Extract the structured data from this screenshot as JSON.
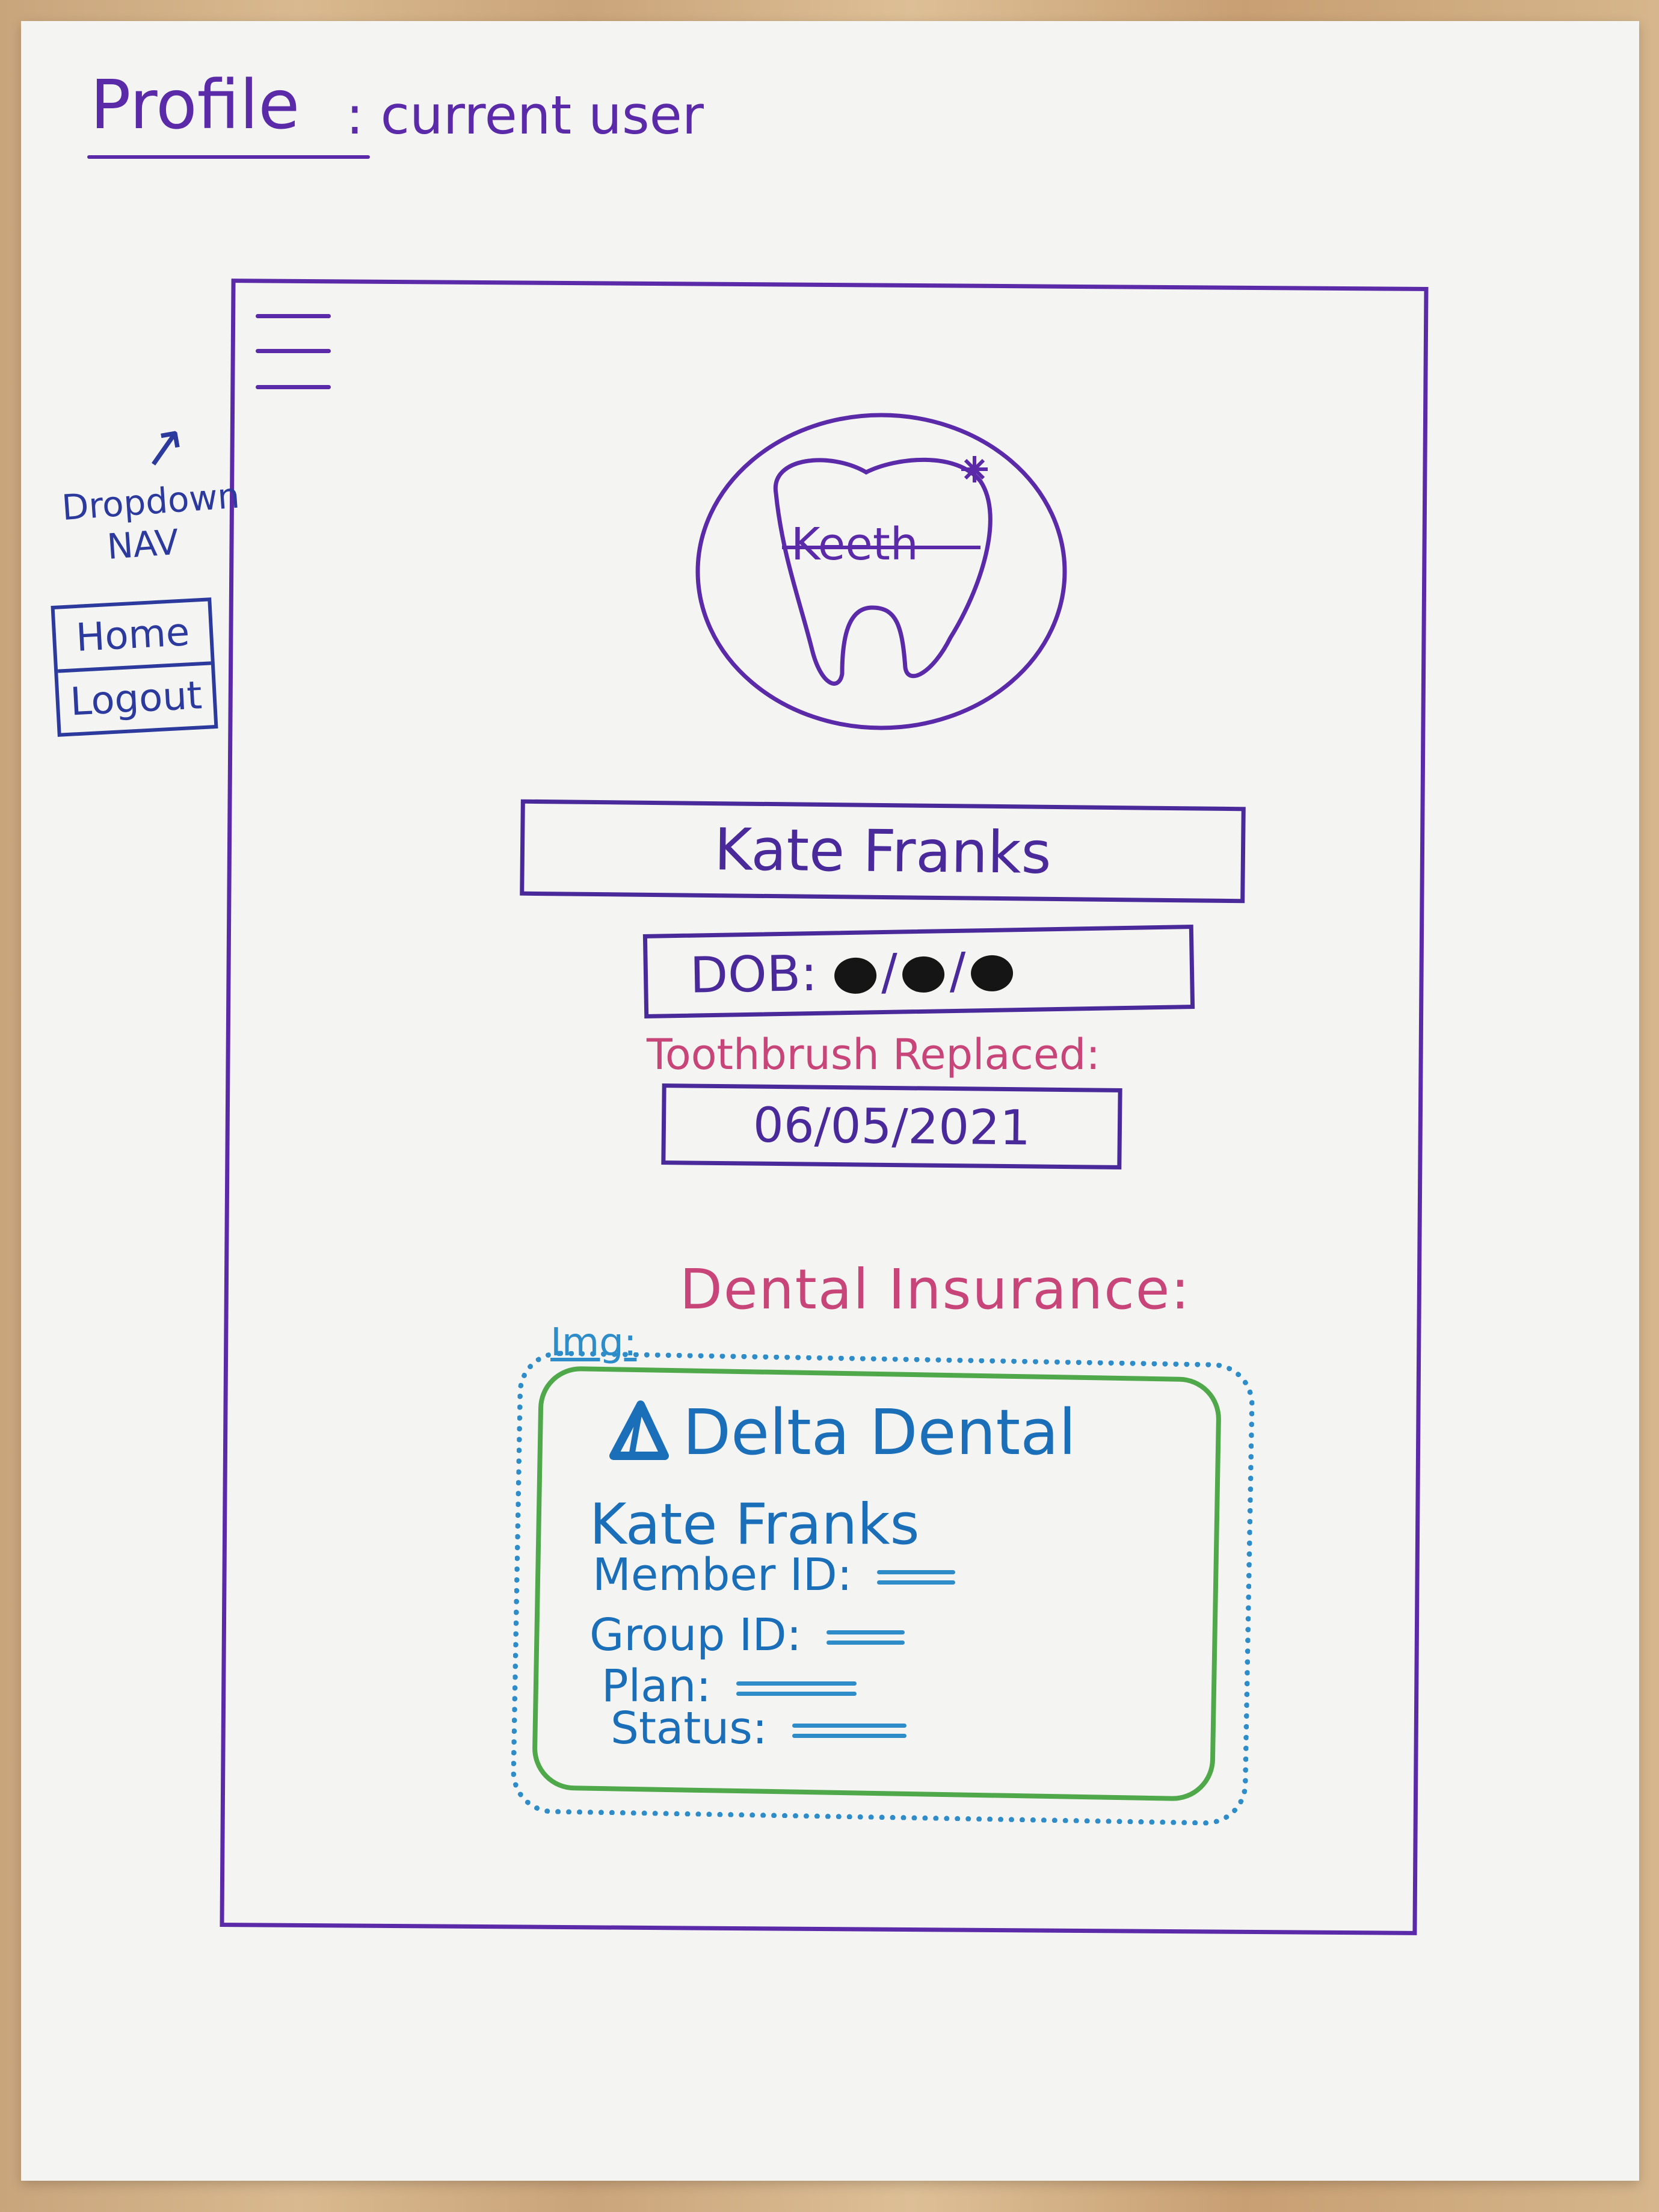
{
  "sketch": {
    "title": "Profile",
    "subtitle": ": current user",
    "annotation": {
      "label_line1": "Dropdown",
      "label_line2": "NAV"
    }
  },
  "nav": {
    "items": [
      {
        "label": "Home"
      },
      {
        "label": "Logout"
      }
    ]
  },
  "logo": {
    "text": "Keeth",
    "icon": "tooth-icon"
  },
  "profile": {
    "name": "Kate Franks",
    "dob_label": "DOB:",
    "toothbrush_label": "Toothbrush Replaced:",
    "toothbrush_date": "06/05/2021"
  },
  "insurance": {
    "heading": "Dental Insurance:",
    "img_label": "Img:",
    "provider": "Delta Dental",
    "holder": "Kate Franks",
    "fields": [
      {
        "label": "Member ID:"
      },
      {
        "label": "Group ID:"
      },
      {
        "label": "Plan:"
      },
      {
        "label": "Status:"
      }
    ]
  },
  "colors": {
    "frame": "#5a2aa8",
    "accent_pink": "#c8457a",
    "card_blue": "#1b6fb8",
    "card_border_green": "#4fa84a",
    "nav_blue": "#2b3a9c"
  }
}
